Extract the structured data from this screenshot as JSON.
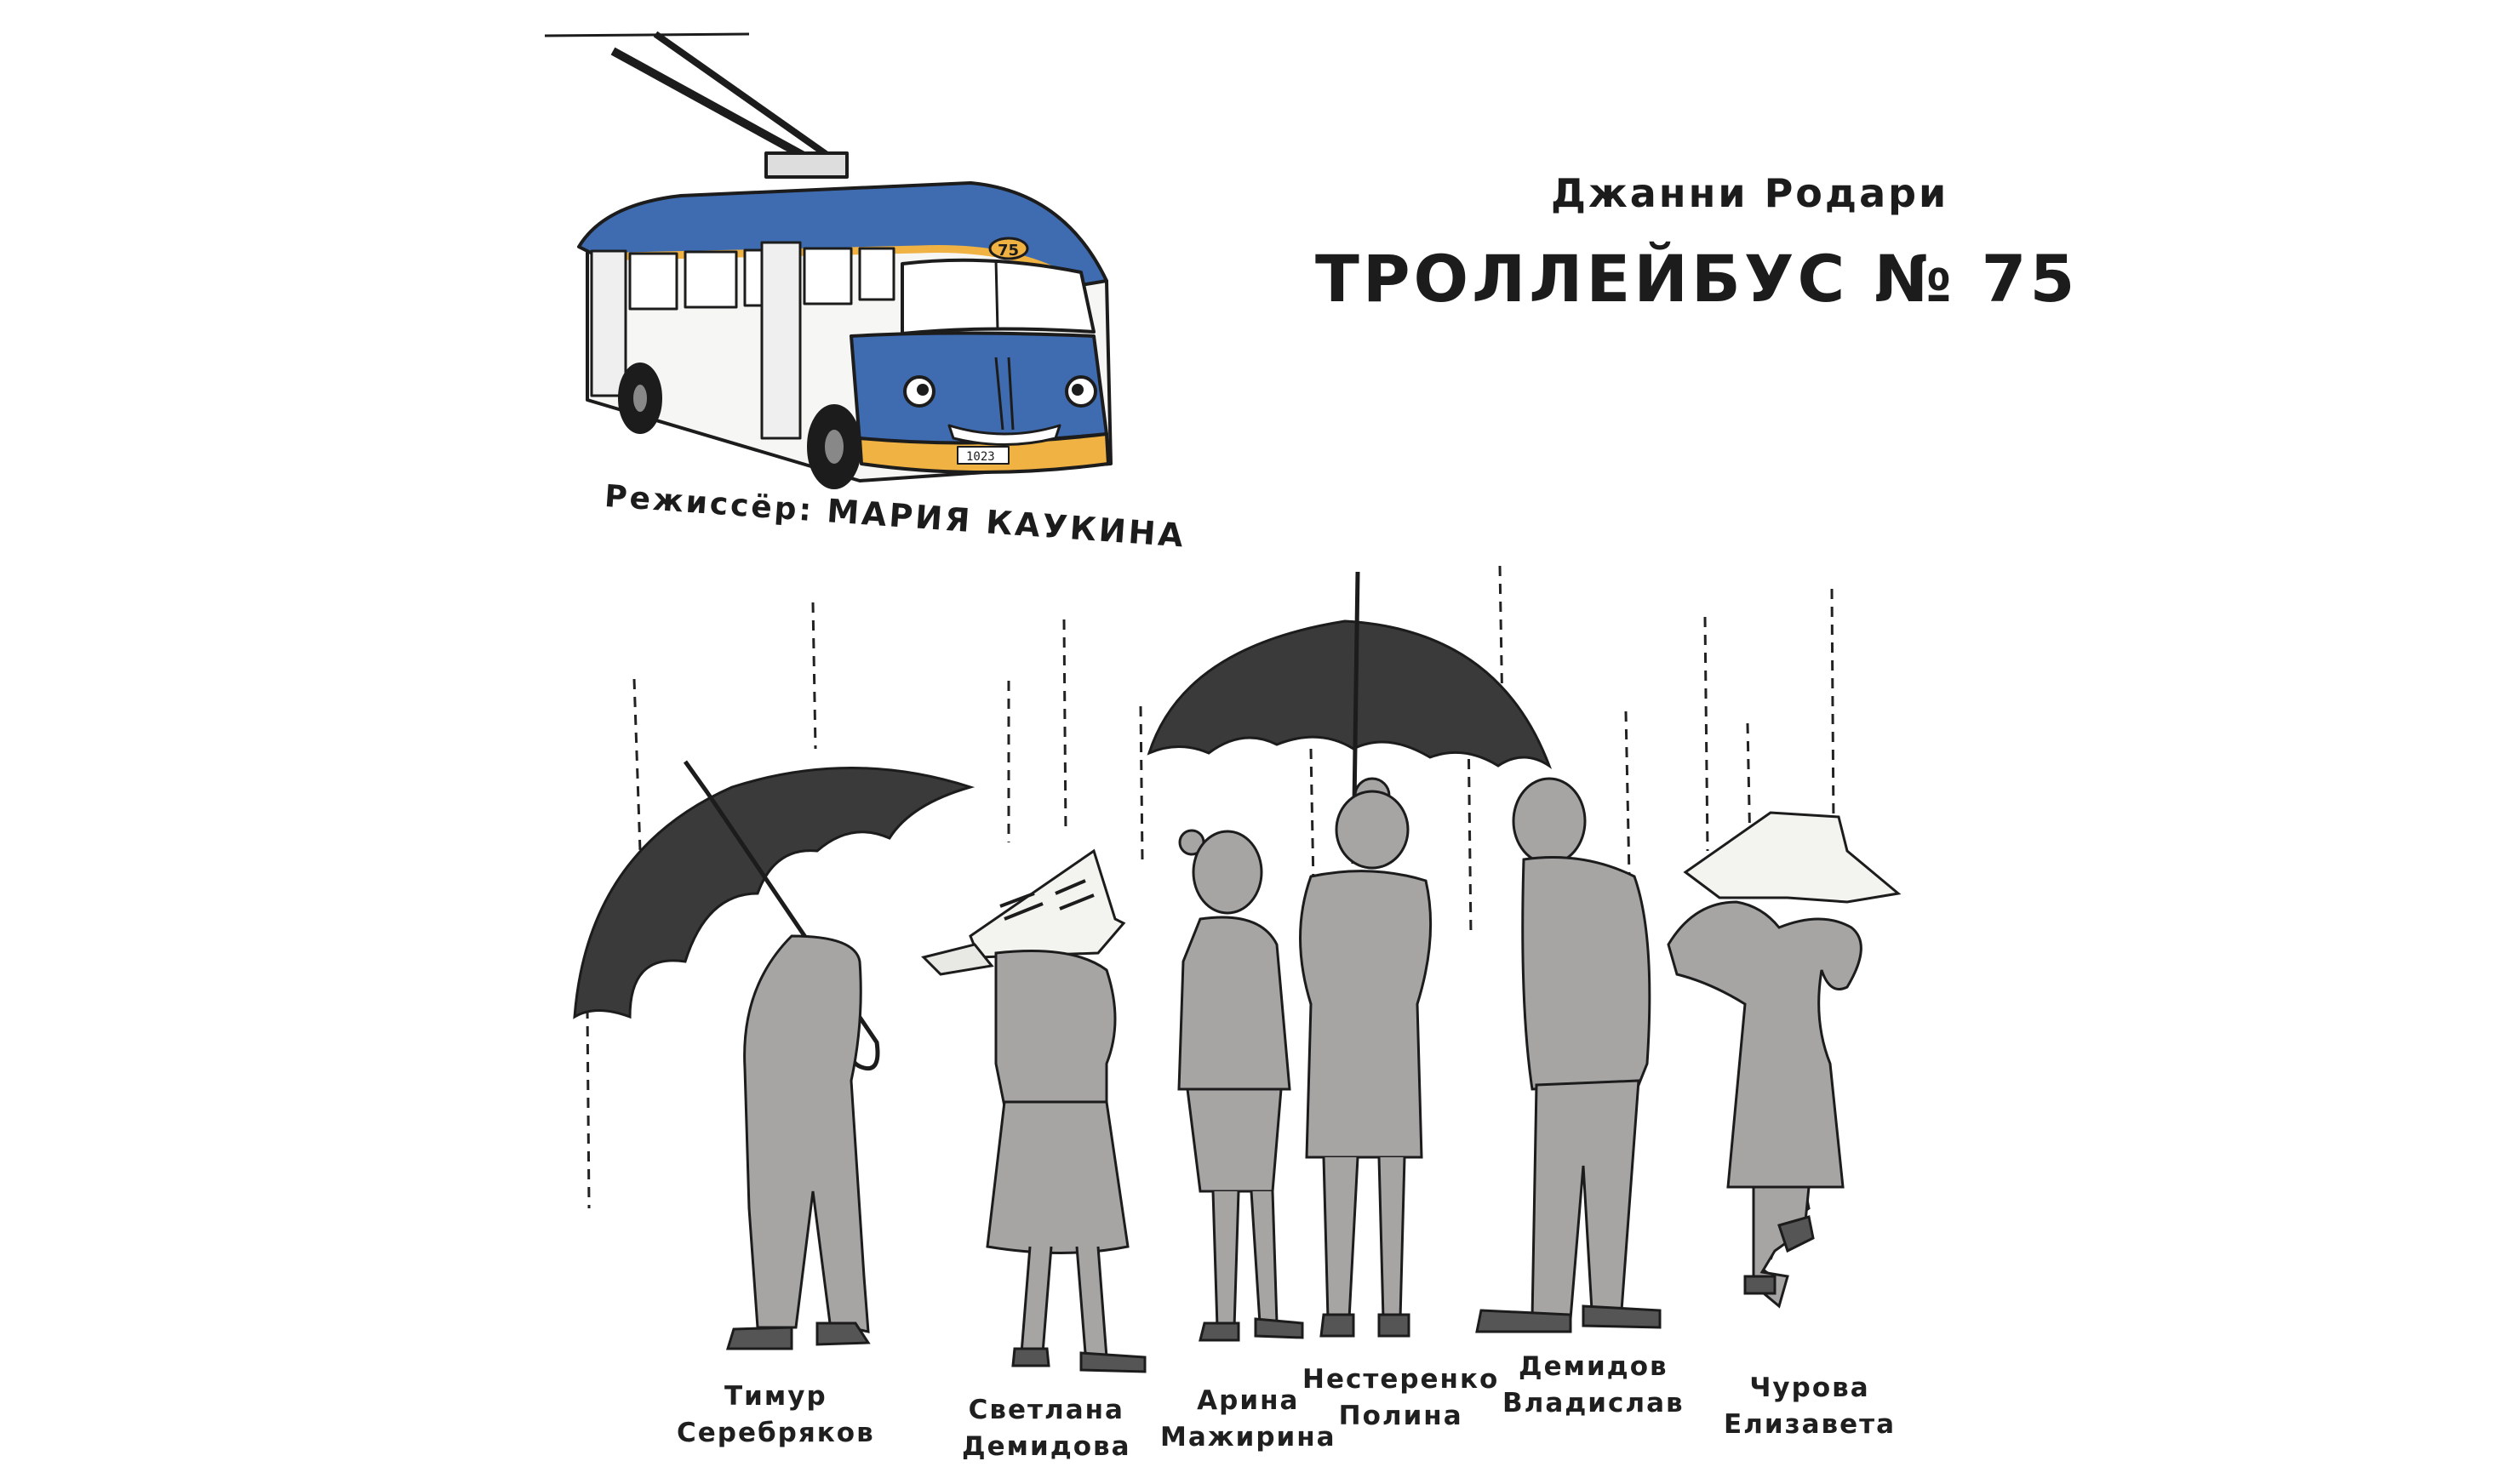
{
  "header": {
    "author": "Джанни Родари",
    "title": "ТРОЛЛЕЙБУС № 75"
  },
  "credits": {
    "director_label": "Режиссёр:",
    "director_name": "МАРИЯ КАУКИНА"
  },
  "trolleybus": {
    "number": "75",
    "plate": "1023"
  },
  "cast": [
    {
      "line1": "Тимур",
      "line2": "Серебряков"
    },
    {
      "line1": "Светлана",
      "line2": "Демидова"
    },
    {
      "line1": "Арина",
      "line2": "Мажирина"
    },
    {
      "line1": "Нестеренко",
      "line2": "Полина"
    },
    {
      "line1": "Демидов",
      "line2": "Владислав"
    },
    {
      "line1": "Чурова",
      "line2": "Елизавета"
    }
  ],
  "colors": {
    "bus_blue": "#3f6cb0",
    "bus_yellow": "#f0b242",
    "figure_gray": "#a7a4a4",
    "umbrella": "#3a3a3a",
    "ink": "#1c1c1c"
  }
}
